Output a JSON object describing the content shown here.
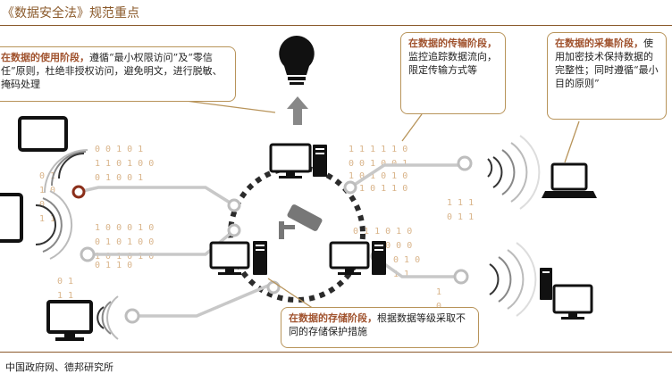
{
  "header": {
    "title": "《数据安全法》规范重点"
  },
  "callouts": {
    "usage": {
      "highlight": "在数据的使用阶段，",
      "text": "遵循“最小权限访问”及“零信任”原则，杜绝非授权访问，避免明文，进行脱敏、掩码处理"
    },
    "transfer": {
      "highlight": "在数据的传输阶段，",
      "text": "监控追踪数据流向，限定传输方式等"
    },
    "collect": {
      "highlight": "在数据的采集阶段，",
      "text": "使用加密技术保持数据的完整性；同时遵循“最小目的原则”"
    },
    "storage": {
      "highlight": "在数据的存储阶段，",
      "text": "根据数据等级采取不同的存储保护措施"
    }
  },
  "footer": {
    "source": "中国政府网、德邦研究所"
  },
  "colors": {
    "accent": "#a0522d",
    "border": "#b8945a",
    "line": "#bdbdbd",
    "bits": "#d9b48a"
  },
  "icons": [
    "lightbulb-icon",
    "arrow-up-icon",
    "camera-icon",
    "monitor-icon",
    "laptop-icon",
    "tablet-icon",
    "server-icon",
    "wifi-icon"
  ]
}
